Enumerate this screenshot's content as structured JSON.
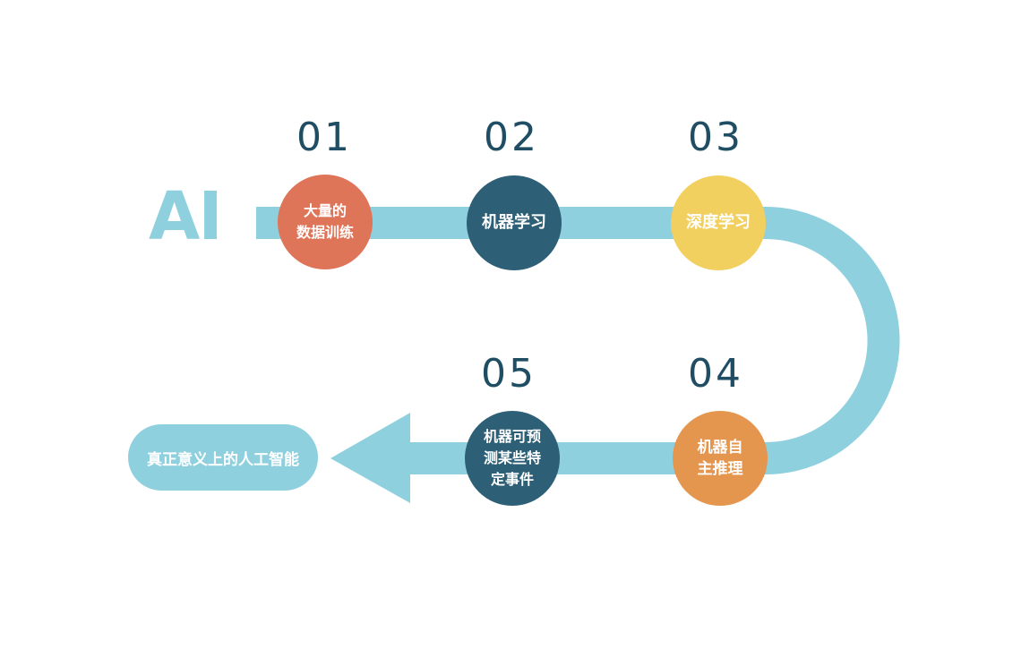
{
  "colors": {
    "track": "#8fd0df",
    "number": "#1f4d63",
    "step1": "#de7559",
    "step2": "#2d5f77",
    "step3": "#f2d05f",
    "step4": "#e4954e",
    "step5": "#2d5f77",
    "goal": "#8fd0df"
  },
  "ai_label": "AI",
  "steps": [
    {
      "number": "01",
      "label": "大量的\n数据训练"
    },
    {
      "number": "02",
      "label": "机器学习"
    },
    {
      "number": "03",
      "label": "深度学习"
    },
    {
      "number": "04",
      "label": "机器自\n主推理"
    },
    {
      "number": "05",
      "label": "机器可预\n测某些特\n定事件"
    }
  ],
  "goal_label": "真正意义上的人工智能"
}
